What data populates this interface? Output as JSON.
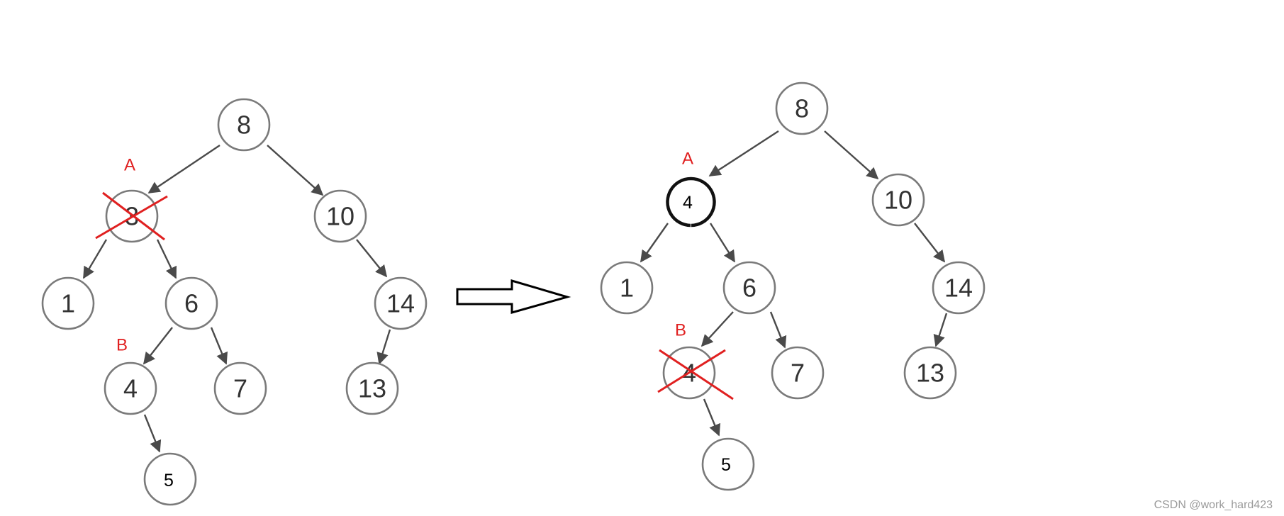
{
  "colors": {
    "label": "#e02020",
    "cross": "#e02020",
    "node_stroke": "#7a7a7a",
    "edge": "#4a4a4a"
  },
  "before": {
    "nodes": [
      "8",
      "3",
      "10",
      "1",
      "6",
      "14",
      "4",
      "7",
      "13",
      "5"
    ],
    "tags": [
      "A",
      "B"
    ]
  },
  "after": {
    "nodes": [
      "8",
      "4",
      "10",
      "1",
      "6",
      "14",
      "4",
      "7",
      "13",
      "5"
    ],
    "tags": [
      "A",
      "B"
    ]
  },
  "watermark": "CSDN @work_hard423"
}
